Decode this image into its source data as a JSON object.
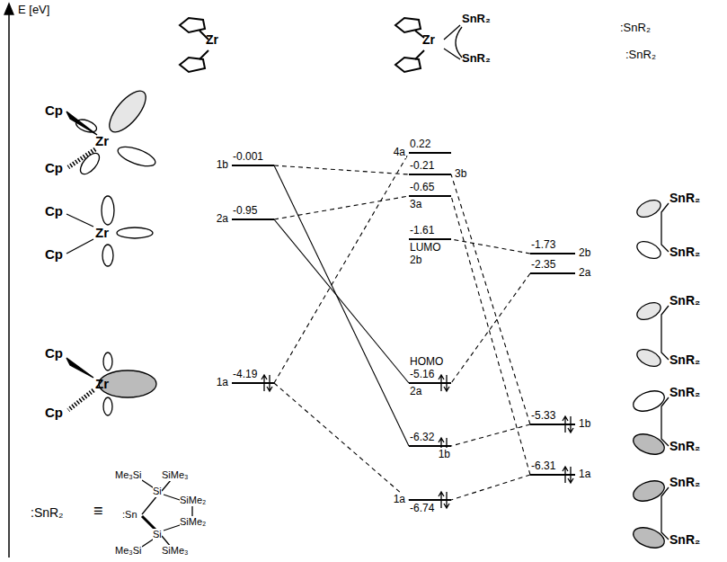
{
  "diagram": {
    "nodes": [
      {
        "text": [
          "1b",
          "-0.001"
        ]
      },
      {
        "text": [
          "2a",
          "-0.95"
        ]
      },
      {
        "text": [
          "1a",
          "-4.19"
        ]
      },
      {
        "text": [
          "4a",
          "0.22"
        ]
      },
      {
        "text": [
          "-0.21",
          "3b"
        ]
      },
      {
        "text": [
          "-0.65",
          "3a"
        ]
      },
      {
        "text": [
          "-1.61",
          "LUMO",
          "2b"
        ]
      },
      {
        "text": [
          "HOMO",
          "-5.16",
          "2a"
        ]
      },
      {
        "text": [
          "-6.32",
          "1b"
        ]
      },
      {
        "text": [
          "1a",
          "-6.74"
        ]
      },
      {
        "text": [
          "-1.73",
          "2b"
        ]
      },
      {
        "text": [
          "-2.35",
          "2a"
        ]
      },
      {
        "text": [
          "-5.33",
          "1b"
        ]
      },
      {
        "text": [
          "-6.31",
          "1a"
        ]
      }
    ],
    "edges": [
      {
        "from": 0,
        "to": 4,
        "arrow": "none"
      },
      {
        "from": 0,
        "to": 8,
        "arrow": "none"
      },
      {
        "from": 1,
        "to": 5,
        "arrow": "none"
      },
      {
        "from": 1,
        "to": 7,
        "arrow": "none"
      },
      {
        "from": 2,
        "to": 3,
        "arrow": "none"
      },
      {
        "from": 2,
        "to": 9,
        "arrow": "none"
      },
      {
        "from": 10,
        "to": 6,
        "arrow": "none"
      },
      {
        "from": 11,
        "to": 7,
        "arrow": "none"
      },
      {
        "from": 13,
        "to": 5,
        "arrow": "none"
      },
      {
        "from": 12,
        "to": 4,
        "arrow": "none"
      },
      {
        "from": 12,
        "to": 8,
        "arrow": "none"
      },
      {
        "from": 13,
        "to": 9,
        "arrow": "none"
      }
    ],
    "labels": [
      "E [eV]",
      "Zr",
      "Zr",
      "SnR₂",
      "SnR₂",
      ":SnR₂",
      ":SnR₂",
      "Cp",
      "Zr",
      "Cp",
      "Cp",
      "Zr",
      "Cp",
      "Cp",
      "Zr",
      "Cp",
      "SnR₂",
      "SnR₂",
      "SnR₂",
      "SnR₂",
      "SnR₂",
      "SnR₂",
      "SnR₂",
      "SnR₂",
      ":SnR₂",
      "≡",
      "Me₃Si",
      "SiMe₃",
      "Si",
      "SiMe₂",
      ":Sn",
      "SiMe₂",
      "Si",
      "Me₃Si",
      "SiMe₃"
    ]
  }
}
